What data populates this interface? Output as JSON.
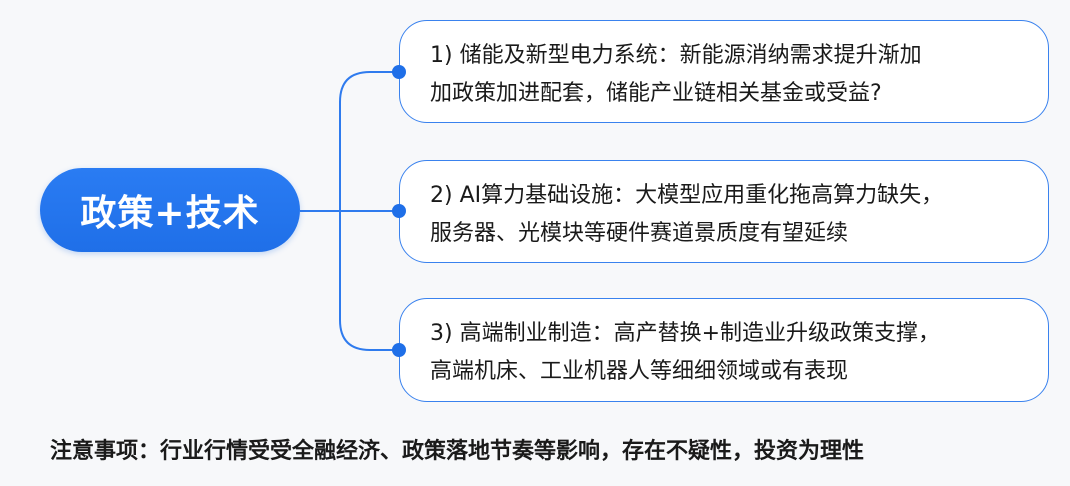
{
  "root": {
    "label": "政策+技术"
  },
  "branches": [
    {
      "number": "1)",
      "line1": "1) 储能及新型电力系统：新能源消纳需求提升渐加",
      "line2": "加政策加进配套，储能产业链相关基金或受益?"
    },
    {
      "number": "2)",
      "line1": "2) AI算力基础设施：大模型应用重化拖高算力缺失，",
      "line2": "服务器、光模块等硬件赛道景质度有望延续"
    },
    {
      "number": "3)",
      "line1": "3) 高端制业制造：高产替换+制造业升级政策支撑，",
      "line2": "高端机床、工业机器人等细细领域或有表现"
    }
  ],
  "footer": {
    "note": "注意事项：行业行情受受全融经济、政策落地节奏等影响，存在不疑性，投资为理性"
  },
  "colors": {
    "accent": "#1f6fe8",
    "border": "#3a82ee",
    "background": "#f7f8fa",
    "text": "#1a1a1a"
  }
}
